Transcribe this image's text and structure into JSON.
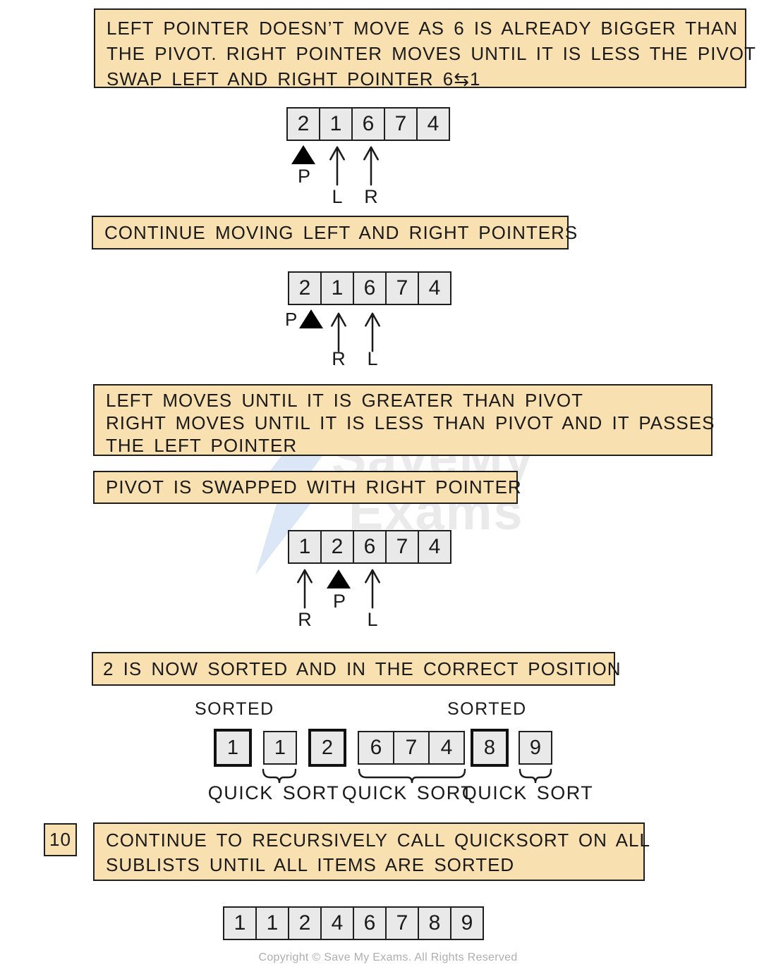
{
  "colors": {
    "note_bg": "#f8e0b1",
    "note_border": "#1f1f1f",
    "cell_bg": "#e9e9e9",
    "cell_border": "#1f1f1f",
    "pivot_triangle": "#000000",
    "watermark_text": "#eaeaea",
    "watermark_bolt": "#dbe7f6",
    "footer_text": "#aeaeae"
  },
  "watermark": {
    "line1": "SaveMy",
    "line2": "Exams"
  },
  "notes": {
    "swap": {
      "lines": [
        "LEFT POINTER DOESN’T MOVE AS 6 IS ALREADY BIGGER THAN",
        "THE PIVOT. RIGHT POINTER MOVES UNTIL IT IS LESS THE PIVOT",
        "SWAP LEFT AND RIGHT POINTER 6⇆1"
      ]
    },
    "continue_moving": {
      "text": "CONTINUE MOVING LEFT AND RIGHT POINTERS"
    },
    "rules": {
      "lines": [
        "LEFT MOVES UNTIL IT IS GREATER THAN PIVOT",
        "RIGHT MOVES UNTIL IT IS LESS THAN PIVOT AND IT PASSES",
        "THE LEFT POINTER"
      ]
    },
    "pivot_swapped": {
      "text": "PIVOT IS SWAPPED WITH RIGHT POINTER"
    },
    "two_sorted": {
      "text": "2 IS NOW SORTED AND IN THE CORRECT POSITION"
    },
    "step10": {
      "number": "10",
      "lines": [
        "CONTINUE TO RECURSIVELY CALL QUICKSORT ON ALL",
        "SUBLISTS UNTIL ALL ITEMS ARE SORTED"
      ]
    }
  },
  "pointer_labels": {
    "pivot": "P",
    "left": "L",
    "right": "R"
  },
  "arrays": {
    "step1": {
      "cells": [
        "2",
        "1",
        "6",
        "7",
        "4"
      ]
    },
    "step2": {
      "cells": [
        "2",
        "1",
        "6",
        "7",
        "4"
      ]
    },
    "step3": {
      "cells": [
        "1",
        "2",
        "6",
        "7",
        "4"
      ]
    },
    "final": {
      "cells": [
        "1",
        "1",
        "2",
        "4",
        "6",
        "7",
        "8",
        "9"
      ]
    }
  },
  "sorted_row": {
    "label_left": "SORTED",
    "label_right": "SORTED",
    "boxes": [
      "1",
      "1",
      "2",
      "8",
      "9"
    ],
    "group": [
      "6",
      "7",
      "4"
    ],
    "quick_sort": [
      "QUICK SORT",
      "QUICK SORT",
      "QUICK SORT"
    ]
  },
  "footer": {
    "text": "Copyright © Save My Exams. All Rights Reserved"
  }
}
